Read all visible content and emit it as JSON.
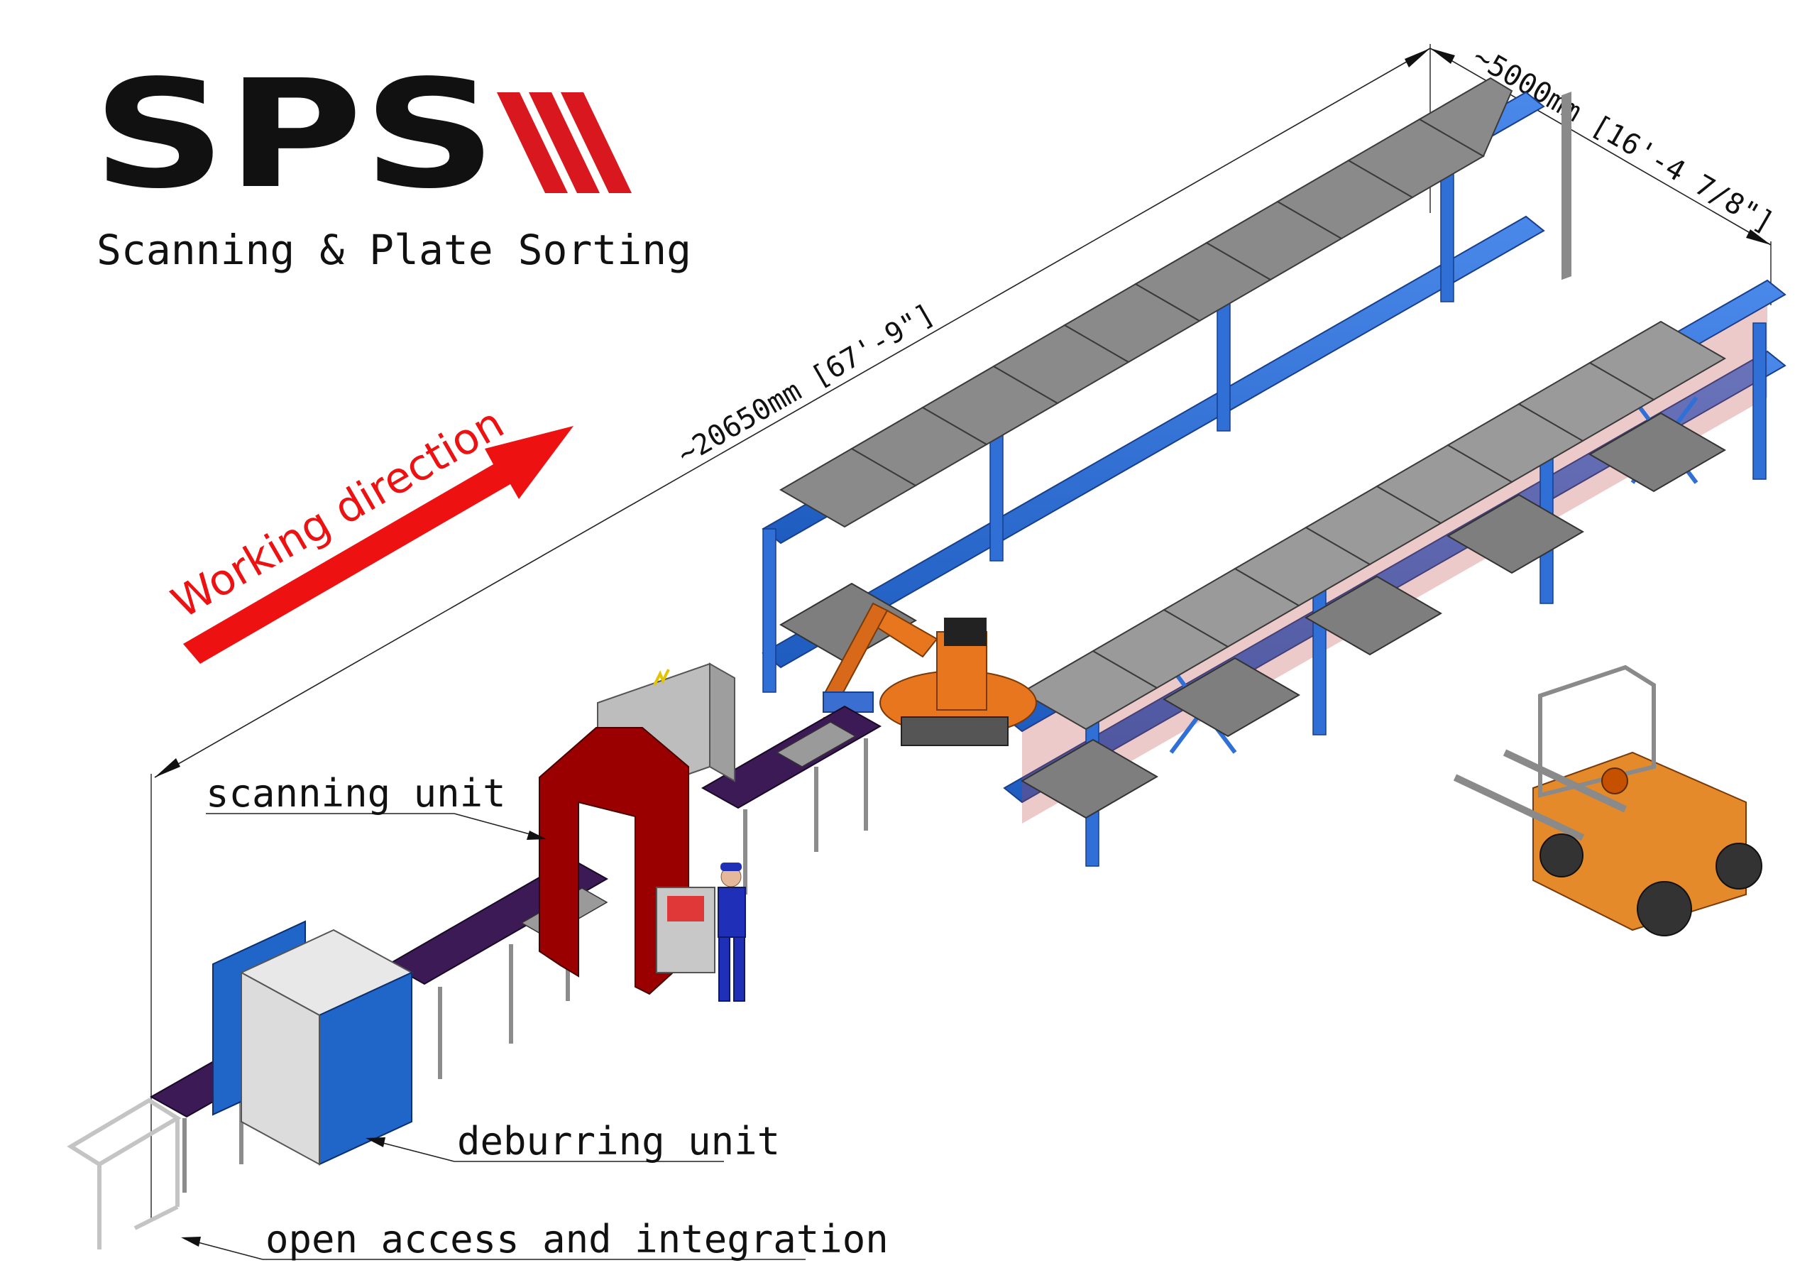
{
  "logo": {
    "text": "SPS",
    "subtitle": "Scanning & Plate Sorting"
  },
  "dimensions": {
    "length": "~20650mm [67'-9\"]",
    "width": "~5000mm [16'-4 7/8\"]"
  },
  "working_direction": "Working direction",
  "labels": {
    "scanning_unit": "scanning unit",
    "deburring_unit": "deburring unit",
    "open_access": "open access and integration"
  },
  "colors": {
    "logo_black": "#111111",
    "logo_red": "#d8181e",
    "arrow_red": "#ee1111",
    "rack_blue": "#2f6fd6",
    "bin_gray": "#8a8a8a",
    "conveyor_purple": "#3b1a55",
    "scanner_red": "#9a0000",
    "robot_orange": "#e8761e",
    "forklift_orange": "#e58a2a",
    "deburr_blue": "#1f66c8",
    "worker_blue": "#1f2fb8"
  }
}
